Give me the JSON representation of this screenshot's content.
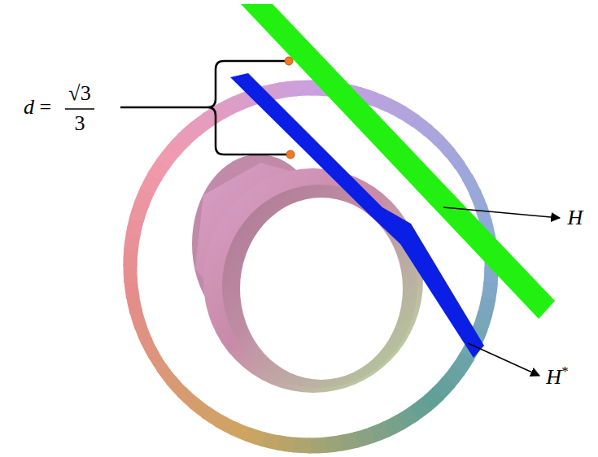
{
  "diagram": {
    "labels": [
      "d =",
      "√3",
      "3",
      "H",
      "H*"
    ]
  }
}
